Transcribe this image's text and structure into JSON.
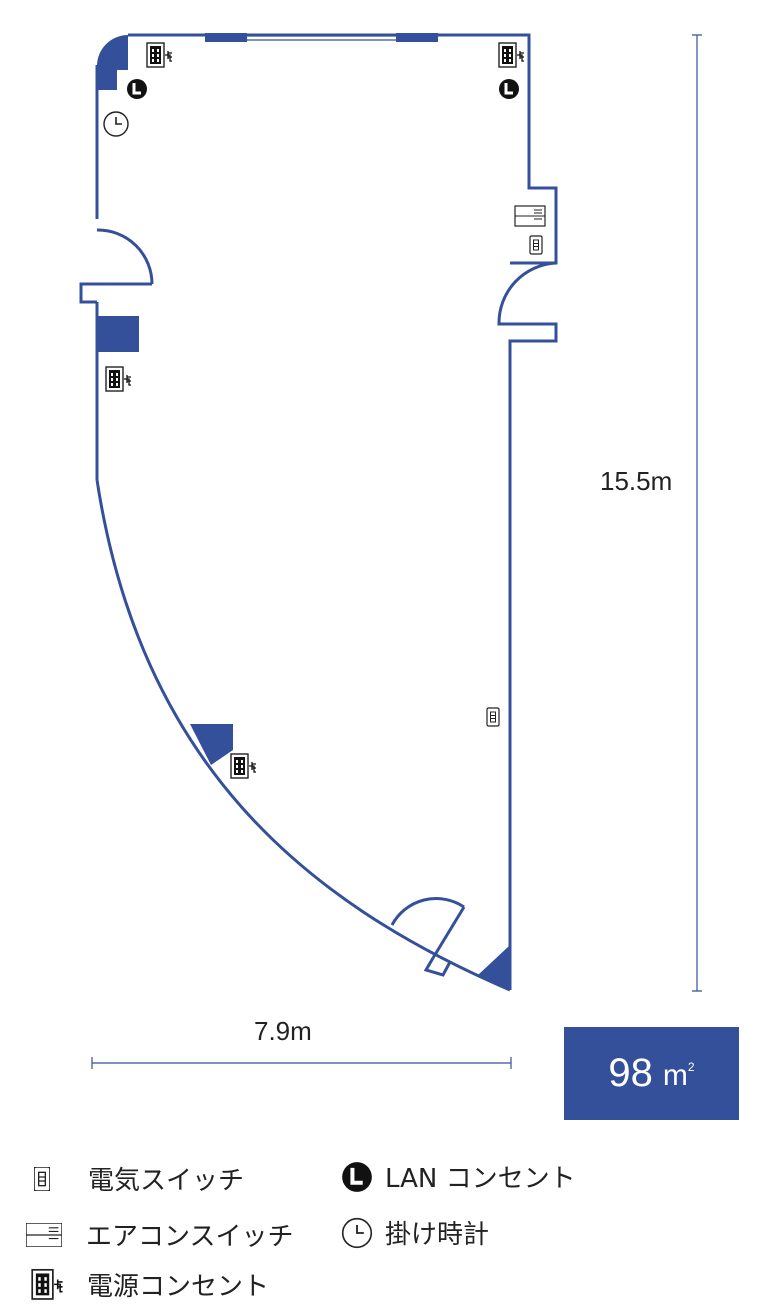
{
  "dimensions": {
    "height": "15.5m",
    "width": "7.9m"
  },
  "area": {
    "value": "98",
    "unit": "m",
    "unit_sup": "2"
  },
  "colors": {
    "wall": "#34509b",
    "fill": "#34509b",
    "text": "#222222"
  },
  "legend": [
    {
      "icon": "light-switch-icon",
      "label": "電気スイッチ"
    },
    {
      "icon": "lan-outlet-icon",
      "label": "LAN コンセント"
    },
    {
      "icon": "ac-switch-icon",
      "label": "エアコンスイッチ"
    },
    {
      "icon": "wall-clock-icon",
      "label": "掛け時計"
    },
    {
      "icon": "power-outlet-icon",
      "label": "電源コンセント"
    }
  ]
}
